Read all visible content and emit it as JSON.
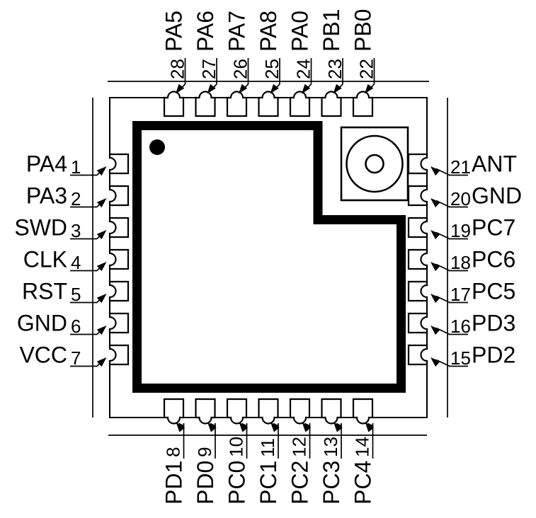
{
  "diagram": {
    "kind": "ic-pinout",
    "pin_count": 28,
    "colors": {
      "line": "#000000",
      "background": "#ffffff"
    },
    "icons": {
      "pin1_marker": "filled-dot",
      "antenna_symbol": "coax-connector"
    }
  },
  "pins": {
    "left": [
      {
        "num": "1",
        "name": "PA4"
      },
      {
        "num": "2",
        "name": "PA3"
      },
      {
        "num": "3",
        "name": "SWD"
      },
      {
        "num": "4",
        "name": "CLK"
      },
      {
        "num": "5",
        "name": "RST"
      },
      {
        "num": "6",
        "name": "GND"
      },
      {
        "num": "7",
        "name": "VCC"
      }
    ],
    "bottom": [
      {
        "num": "8",
        "name": "PD1"
      },
      {
        "num": "9",
        "name": "PD0"
      },
      {
        "num": "10",
        "name": "PC0"
      },
      {
        "num": "11",
        "name": "PC1"
      },
      {
        "num": "12",
        "name": "PC2"
      },
      {
        "num": "13",
        "name": "PC3"
      },
      {
        "num": "14",
        "name": "PC4"
      }
    ],
    "right": [
      {
        "num": "21",
        "name": "ANT"
      },
      {
        "num": "20",
        "name": "GND"
      },
      {
        "num": "19",
        "name": "PC7"
      },
      {
        "num": "18",
        "name": "PC6"
      },
      {
        "num": "17",
        "name": "PC5"
      },
      {
        "num": "16",
        "name": "PD3"
      },
      {
        "num": "15",
        "name": "PD2"
      }
    ],
    "top": [
      {
        "num": "28",
        "name": "PA5"
      },
      {
        "num": "27",
        "name": "PA6"
      },
      {
        "num": "26",
        "name": "PA7"
      },
      {
        "num": "25",
        "name": "PA8"
      },
      {
        "num": "24",
        "name": "PA0"
      },
      {
        "num": "23",
        "name": "PB1"
      },
      {
        "num": "22",
        "name": "PB0"
      }
    ]
  }
}
